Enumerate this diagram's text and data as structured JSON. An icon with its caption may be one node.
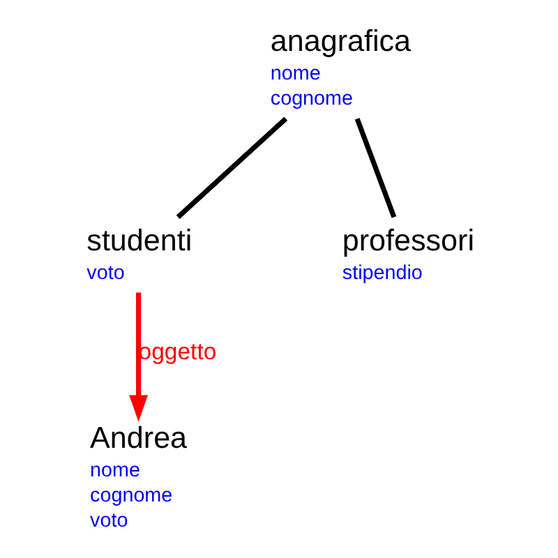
{
  "diagram": {
    "nodes": [
      {
        "text": [
          "anagrafica",
          "nome",
          "cognome"
        ]
      },
      {
        "text": [
          "studenti",
          "voto"
        ]
      },
      {
        "text": [
          "professori",
          "stipendio"
        ]
      },
      {
        "text": [
          "Andrea",
          "nome",
          "cognome",
          "voto"
        ]
      }
    ],
    "edges": [
      {
        "from": 0,
        "to": 1,
        "arrow": "none"
      },
      {
        "from": 0,
        "to": 2,
        "arrow": "none"
      },
      {
        "from": 1,
        "to": 3,
        "arrow": "to",
        "label": "oggetto",
        "color": "#ff0000"
      }
    ]
  }
}
